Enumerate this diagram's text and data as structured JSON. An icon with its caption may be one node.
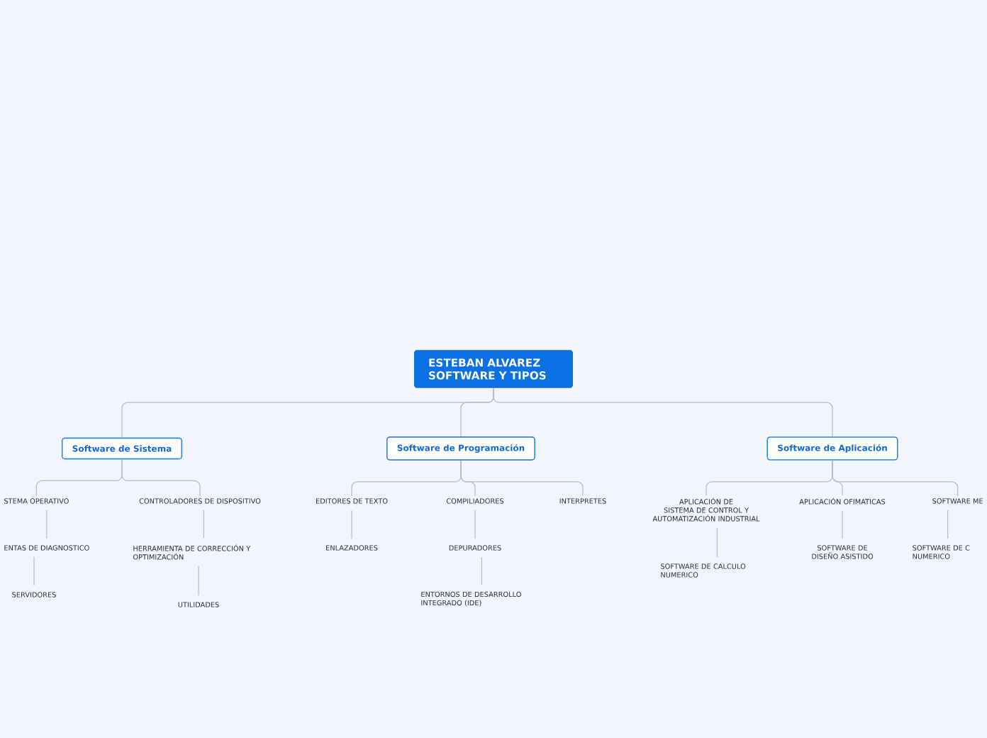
{
  "diagram": {
    "nodes": [
      {
        "text": [
          "ESTEBAN ALVAREZ SOFTWARE Y TIPOS"
        ]
      },
      {
        "text": [
          "Software de Sistema"
        ]
      },
      {
        "text": [
          "Software de Programación"
        ]
      },
      {
        "text": [
          "Software de Aplicación"
        ]
      },
      {
        "text": [
          "STEMA OPERATIVO"
        ]
      },
      {
        "text": [
          "CONTROLADORES DE DISPOSITIVO"
        ]
      },
      {
        "text": [
          "ENTAS DE DIAGNOSTICO"
        ]
      },
      {
        "text": [
          "SERVIDORES"
        ]
      },
      {
        "text": [
          "HERRAMIENTA DE CORRECCIÓN Y OPTIMIZACIÓN"
        ]
      },
      {
        "text": [
          "UTILIDADES"
        ]
      },
      {
        "text": [
          "EDITORES DE TEXTO"
        ]
      },
      {
        "text": [
          "COMPILIADORES"
        ]
      },
      {
        "text": [
          "INTERPRETES"
        ]
      },
      {
        "text": [
          "ENLAZADORES"
        ]
      },
      {
        "text": [
          "DEPURADORES"
        ]
      },
      {
        "text": [
          "ENTORNOS DE DESARROLLO INTEGRADO (IDE)"
        ]
      },
      {
        "text": [
          "APLICACIÓN DE SISTEMA DE CONTROL Y AUTOMATIZACIÓN INDUSTRIAL"
        ]
      },
      {
        "text": [
          "APLICACIÓN OFIMATICAS"
        ]
      },
      {
        "text": [
          "SOFTWARE ME"
        ]
      },
      {
        "text": [
          "SOFTWARE DE CALCULO NUMERICO"
        ]
      },
      {
        "text": [
          "SOFTWARE DE DISEÑO ASISTIDO"
        ]
      },
      {
        "text": [
          "SOFTWARE DE C NUMERICO"
        ]
      }
    ],
    "edges": [
      {
        "from": 0,
        "to": 1,
        "arrow": "none"
      },
      {
        "from": 0,
        "to": 2,
        "arrow": "none"
      },
      {
        "from": 0,
        "to": 3,
        "arrow": "none"
      },
      {
        "from": 1,
        "to": 4,
        "arrow": "none"
      },
      {
        "from": 1,
        "to": 5,
        "arrow": "none"
      },
      {
        "from": 4,
        "to": 6,
        "arrow": "none"
      },
      {
        "from": 6,
        "to": 7,
        "arrow": "none"
      },
      {
        "from": 5,
        "to": 8,
        "arrow": "none"
      },
      {
        "from": 8,
        "to": 9,
        "arrow": "none"
      },
      {
        "from": 2,
        "to": 10,
        "arrow": "none"
      },
      {
        "from": 2,
        "to": 11,
        "arrow": "none"
      },
      {
        "from": 2,
        "to": 12,
        "arrow": "none"
      },
      {
        "from": 10,
        "to": 13,
        "arrow": "none"
      },
      {
        "from": 11,
        "to": 14,
        "arrow": "none"
      },
      {
        "from": 14,
        "to": 15,
        "arrow": "none"
      },
      {
        "from": 3,
        "to": 16,
        "arrow": "none"
      },
      {
        "from": 3,
        "to": 17,
        "arrow": "none"
      },
      {
        "from": 3,
        "to": 18,
        "arrow": "none"
      },
      {
        "from": 16,
        "to": 19,
        "arrow": "none"
      },
      {
        "from": 17,
        "to": 20,
        "arrow": "none"
      },
      {
        "from": 18,
        "to": 21,
        "arrow": "none"
      }
    ]
  }
}
